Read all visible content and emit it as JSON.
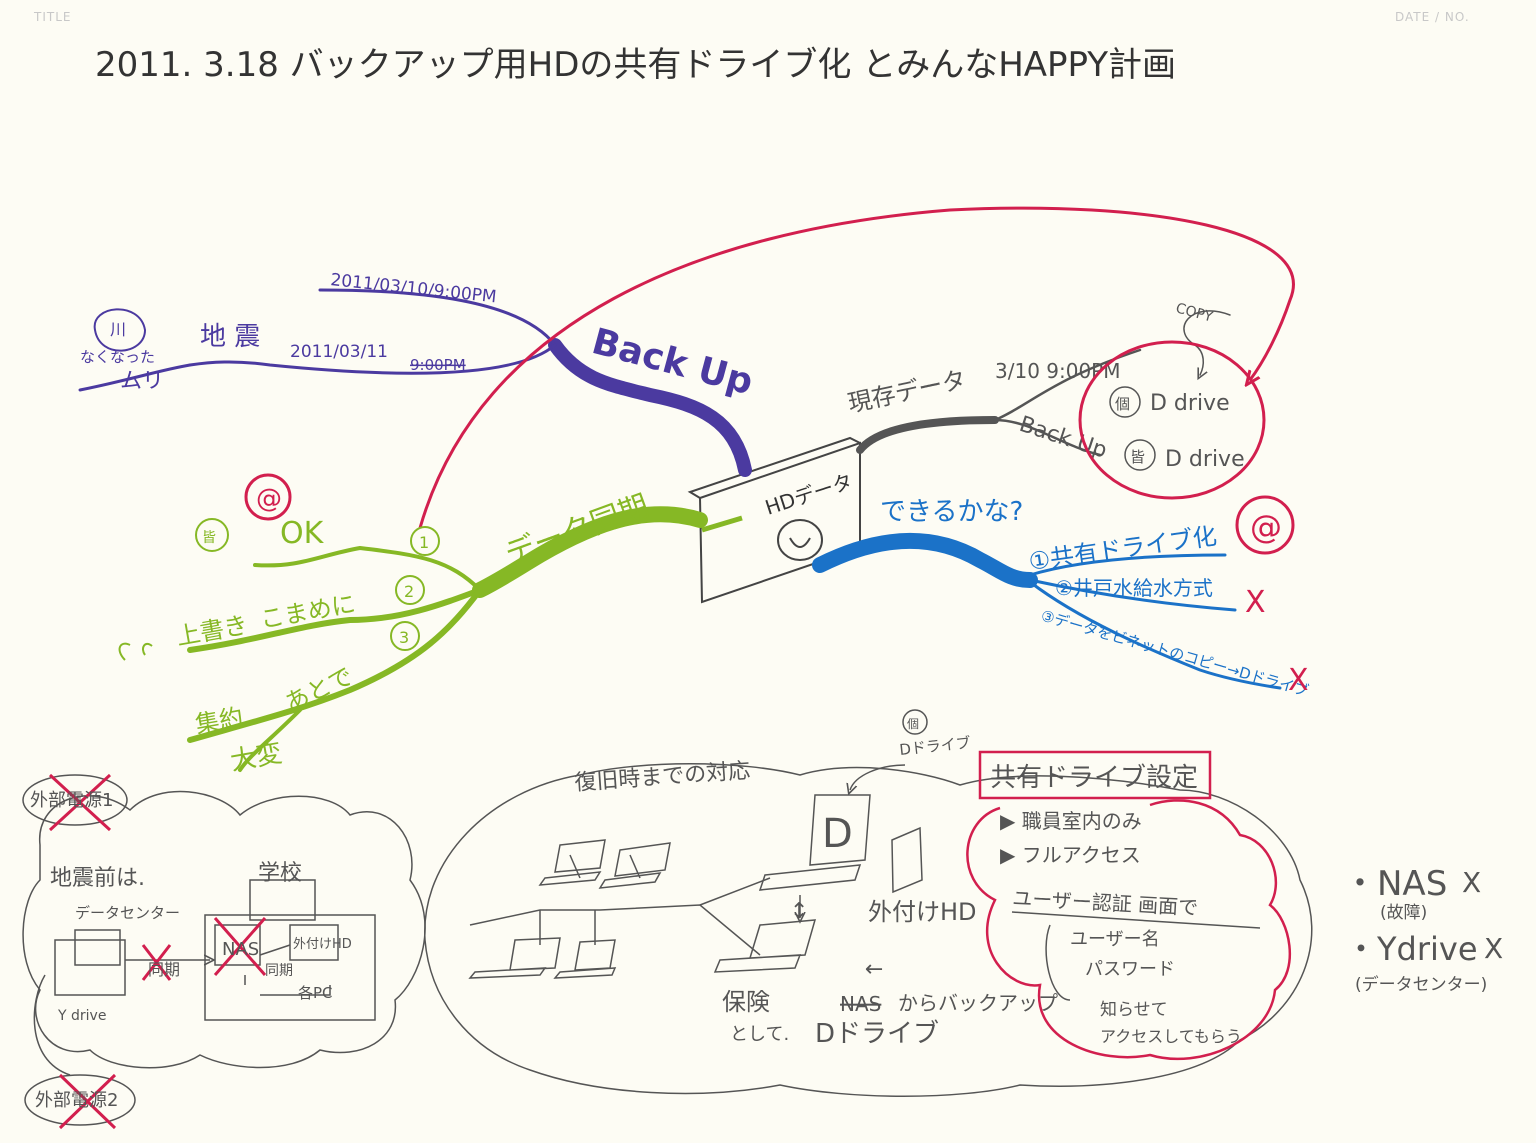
{
  "header": {
    "title_label": "TITLE",
    "date_label": "DATE / NO."
  },
  "title": "2011. 3.18   バックアップ用HDの共有ドライブ化 とみんなHAPPY計画",
  "center": {
    "label": "HDデータ"
  },
  "colors": {
    "purple": "#4b3aa0",
    "green": "#86b825",
    "blue": "#1b72c8",
    "red": "#d21f4e",
    "gray": "#555555",
    "ink": "#333333"
  },
  "backup_branch": {
    "label": "Back Up",
    "date_top": "2011/03/10/9:00PM",
    "earthquake": "地 震",
    "date_mid": "2011/03/11",
    "struck": "9:00PM",
    "icon_word": "川",
    "result_top": "なくなった",
    "result": "ムリ"
  },
  "current_branch": {
    "label": "現存データ",
    "time": "3/10 9:00PM",
    "backup": "Back Up",
    "copy": "COPY",
    "drive1_mark": "個",
    "drive1": "D drive",
    "drive2_mark": "皆",
    "drive2": "D drive"
  },
  "sync_branch": {
    "label": "データ同期",
    "n1": "1",
    "n2": "2",
    "n3": "3",
    "ok": "OK",
    "ok_mark": "@",
    "ok_icon": "皆",
    "overwrite": "上書き",
    "often": "こまめに",
    "later": "あとで",
    "collect": "集約",
    "hard": "大変"
  },
  "can_branch": {
    "label": "できるかな?",
    "opt1": "①共有ドライブ化",
    "opt2": "②井戸水給水方式",
    "opt3": "③データをビネットのコピー→Dドライブ",
    "ok_mark": "@",
    "x_mark": "X"
  },
  "left_note": {
    "box1": "外部電源1",
    "box2": "外部電源2",
    "before": "地震前は.",
    "datacenter": "データセンター",
    "school": "学校",
    "sync": "同期",
    "sync2": "同期",
    "nas": "NAS",
    "ext": "外付けHD",
    "pcs": "各PC",
    "ydrive": "Y drive"
  },
  "middle": {
    "restore": "復旧時までの対応",
    "personal": "個",
    "ddrive": "Dドライブ",
    "d_letter": "D",
    "ext_hd": "外付けHD",
    "nas_struck": "NAS",
    "from_backup": "からバックアップ",
    "d_drive": "Dドライブ",
    "insurance": "保険",
    "as": "として.",
    "up_down": "↕",
    "arrow_down": "↓"
  },
  "share": {
    "title": "共有ドライブ設定",
    "item1": "▶ 職員室内のみ",
    "item2": "▶ フルアクセス",
    "auth": "ユーザー認証 画面で",
    "user": "ユーザー名",
    "pass": "パスワード",
    "notify": "知らせて",
    "access": "アクセスしてもらう"
  },
  "right_notes": {
    "nas": "・NAS",
    "nas_note": "(故障)",
    "ydrive": "・Ydrive",
    "ydrive_note": "(データセンター)",
    "x": "X"
  }
}
